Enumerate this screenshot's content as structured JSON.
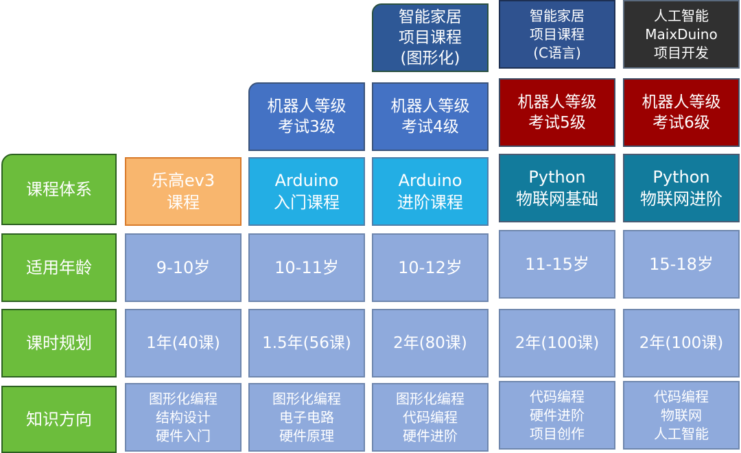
{
  "row_labels": [
    "课程体系",
    "适用年龄",
    "课时规划",
    "知识方向"
  ],
  "courses": [
    {
      "name": [
        "乐高ev3",
        "课程"
      ],
      "age": "9-10岁",
      "hours": "1年(40课)",
      "knowledge": [
        "图形化编程",
        "结构设计",
        "硬件入门"
      ]
    },
    {
      "name": [
        "Arduino",
        "入门课程"
      ],
      "exam": [
        "机器人等级",
        "考试3级"
      ],
      "age": "10-11岁",
      "hours": "1.5年(56课)",
      "knowledge": [
        "图形化编程",
        "电子电路",
        "硬件原理"
      ]
    },
    {
      "name": [
        "Arduino",
        "进阶课程"
      ],
      "exam": [
        "机器人等级",
        "考试4级"
      ],
      "project": [
        "智能家居",
        "项目课程",
        "(图形化)"
      ],
      "age": "10-12岁",
      "hours": "2年(80课)",
      "knowledge": [
        "图形化编程",
        "代码编程",
        "硬件进阶"
      ]
    },
    {
      "name": [
        "Python",
        "物联网基础"
      ],
      "exam": [
        "机器人等级",
        "考试5级"
      ],
      "project": [
        "智能家居",
        "项目课程",
        "(C语言)"
      ],
      "age": "11-15岁",
      "hours": "2年(100课)",
      "knowledge": [
        "代码编程",
        "硬件进阶",
        "项目创作"
      ]
    },
    {
      "name": [
        "Python",
        "物联网进阶"
      ],
      "exam": [
        "机器人等级",
        "考试6级"
      ],
      "project": [
        "人工智能",
        "MaixDuino",
        "项目开发"
      ],
      "age": "15-18岁",
      "hours": "2年(100课)",
      "knowledge": [
        "代码编程",
        "物联网",
        "人工智能"
      ]
    }
  ],
  "colors": {
    "label_green": "#6cbd3c",
    "lego_orange": "#f8b66e",
    "arduino_blue": "#23aee4",
    "python_teal": "#127b9c",
    "exam_blue": "#4472c4",
    "exam_red": "#9b0000",
    "project_navy": "#2f528f",
    "project_dark": "#303030",
    "data_lightblue": "#8faadc"
  }
}
